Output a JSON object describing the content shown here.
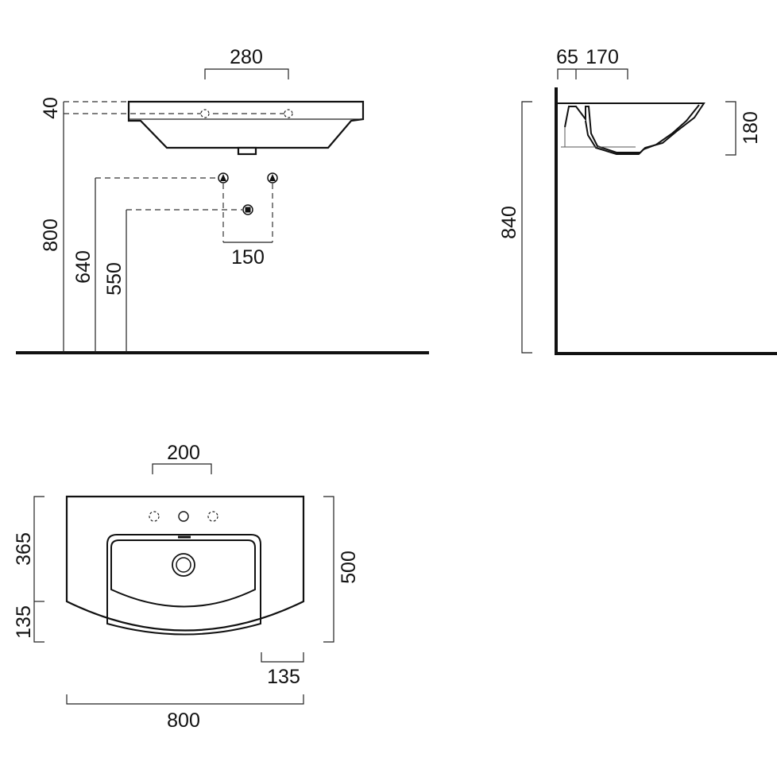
{
  "palette": {
    "line": "#111111",
    "background": "#ffffff"
  },
  "front_view": {
    "top_width": "280",
    "rim_thickness": "40",
    "rim_height": "800",
    "supply_height": "640",
    "waste_height": "550",
    "supply_spacing": "150"
  },
  "side_view": {
    "wall_offset": "65",
    "depth_offset": "170",
    "bowl_depth": "180",
    "overall_height": "840"
  },
  "top_view": {
    "tap_spacing": "200",
    "upper_depth": "365",
    "lower_depth": "135",
    "overall_depth": "500",
    "corner_radius_offset": "135",
    "overall_width": "800"
  }
}
